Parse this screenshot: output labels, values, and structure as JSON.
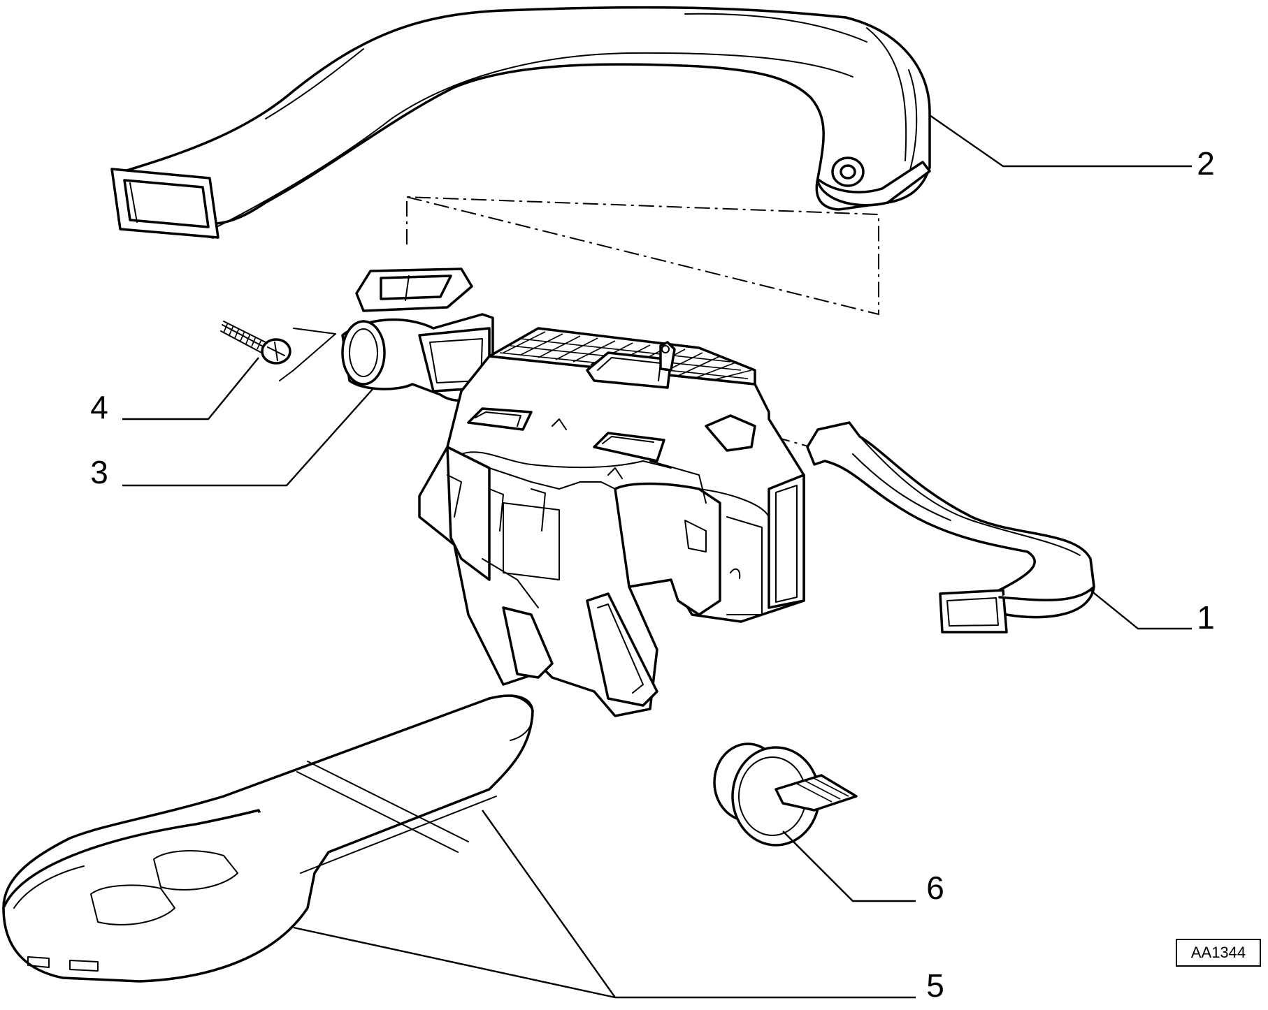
{
  "diagram": {
    "reference_code": "AA1344",
    "callouts": {
      "p1": "1",
      "p2": "2",
      "p3": "3",
      "p4": "4",
      "p5": "5",
      "p6": "6"
    },
    "colors": {
      "line": "#000000",
      "background": "#ffffff"
    }
  }
}
